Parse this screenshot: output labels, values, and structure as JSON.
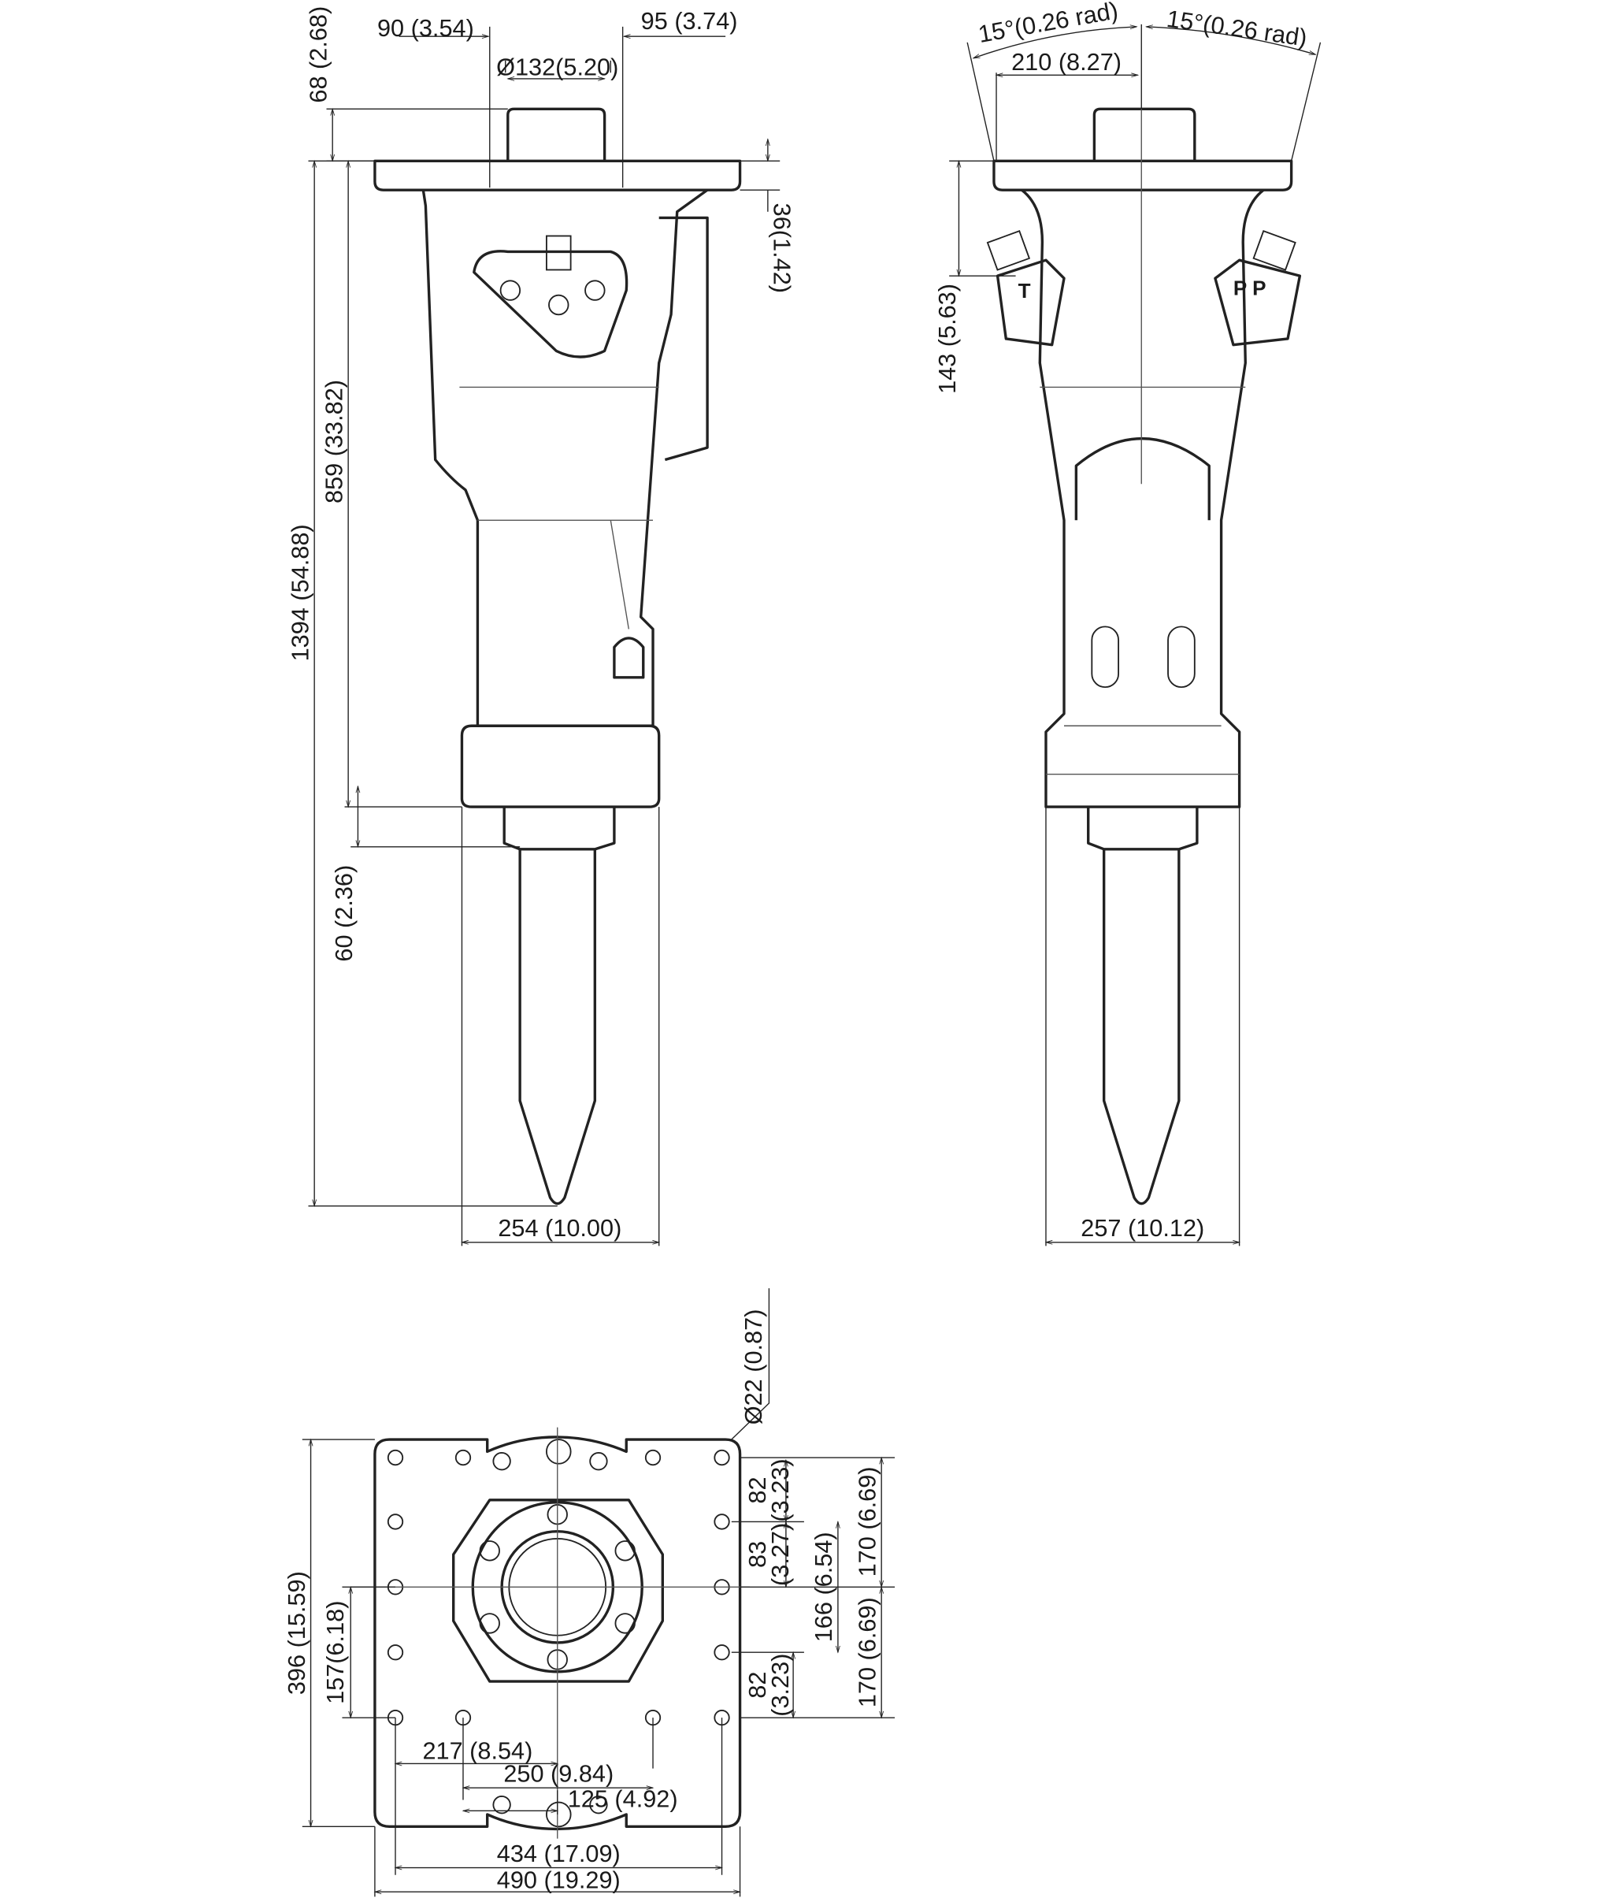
{
  "side_view": {
    "dims": {
      "d90": "90 (3.54)",
      "d95": "95 (3.74)",
      "dia132": "Ø132(5.20)",
      "d68": "68 (2.68)",
      "d36": "36(1.42)",
      "d1394": "1394 (54.88)",
      "d859": "859 (33.82)",
      "d60": "60 (2.36)",
      "d254": "254 (10.00)"
    }
  },
  "front_view": {
    "dims": {
      "angle_left": "15°(0.26 rad)",
      "angle_right": "15°(0.26 rad)",
      "d210": "210 (8.27)",
      "d143": "143 (5.63)",
      "d257": "257 (10.12)"
    },
    "port_labels": {
      "t": "T",
      "p": "P P"
    }
  },
  "bottom_view": {
    "dims": {
      "dia22": "Ø22 (0.87)",
      "d82a": "82",
      "d82a_in": "(3.23)",
      "d83": "83",
      "d83_in": "(3.27)",
      "d166": "166 (6.54)",
      "d170a": "170 (6.69)",
      "d170b": "170 (6.69)",
      "d82b": "82",
      "d82b_in": "(3.23)",
      "d396": "396 (15.59)",
      "d157": "157(6.18)",
      "d217": "217 (8.54)",
      "d250": "250 (9.84)",
      "d125": "125 (4.92)",
      "d434": "434 (17.09)",
      "d490": "490 (19.29)"
    }
  }
}
